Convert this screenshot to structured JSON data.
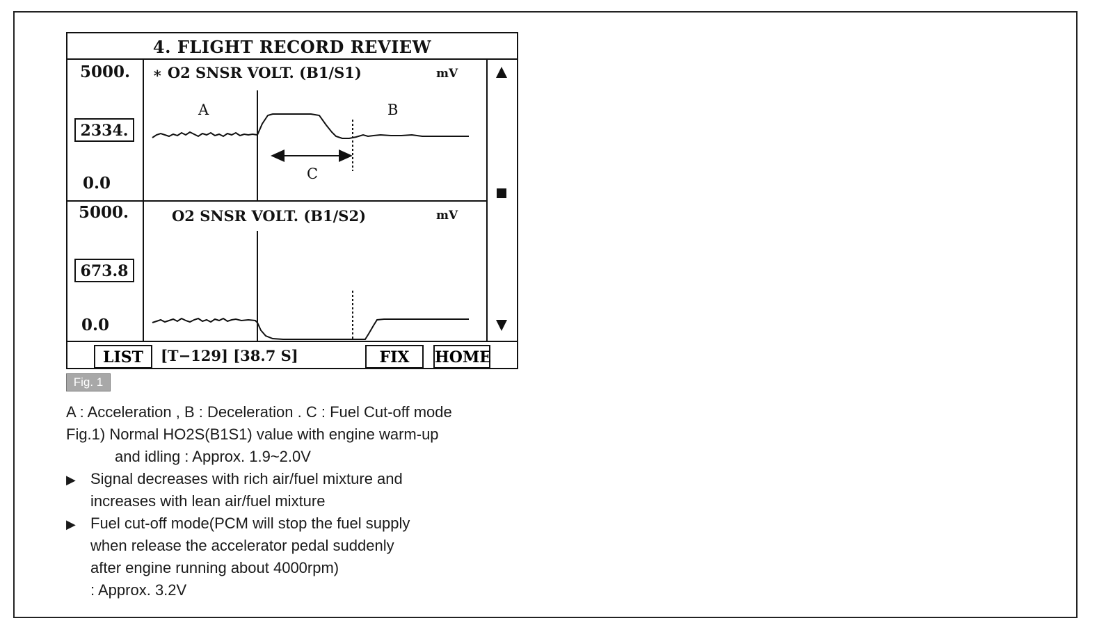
{
  "screen": {
    "title": "4. FLIGHT RECORD REVIEW",
    "graphs": [
      {
        "param": "∗ O2 SNSR VOLT. (B1/S1)",
        "unit": "mV",
        "ymax": "5000.",
        "ymin": "0.0",
        "current": "2334.",
        "annotations": {
          "a": "A",
          "b": "B",
          "c": "C"
        }
      },
      {
        "param": "O2 SNSR VOLT. (B1/S2)",
        "unit": "mV",
        "ymax": "5000.",
        "ymin": "0.0",
        "current": "673.8"
      }
    ],
    "footer": {
      "list_label": "LIST",
      "status": "[T−129]  [38.7 S]",
      "fix_label": "FIX",
      "home_label": "HOME"
    },
    "icons": [
      "scroll-up-icon",
      "scroll-stop-icon",
      "scroll-down-icon"
    ]
  },
  "figure_label": "Fig. 1",
  "notes": {
    "legend": "A : Acceleration , B : Deceleration . C : Fuel Cut-off mode",
    "fig_line1": "Fig.1) Normal HO2S(B1S1) value with engine warm-up",
    "fig_line2": "and idling : Approx. 1.9~2.0V",
    "bullet1_line1": "Signal decreases with rich air/fuel mixture and",
    "bullet1_line2": "increases with lean air/fuel mixture",
    "bullet2_line1": "Fuel cut-off mode(PCM will stop the fuel supply",
    "bullet2_line2": "when release the accelerator pedal suddenly",
    "bullet2_line3": "after engine running about 4000rpm)",
    "bullet2_line4": ": Approx. 3.2V",
    "bullet_glyph": "▶"
  }
}
